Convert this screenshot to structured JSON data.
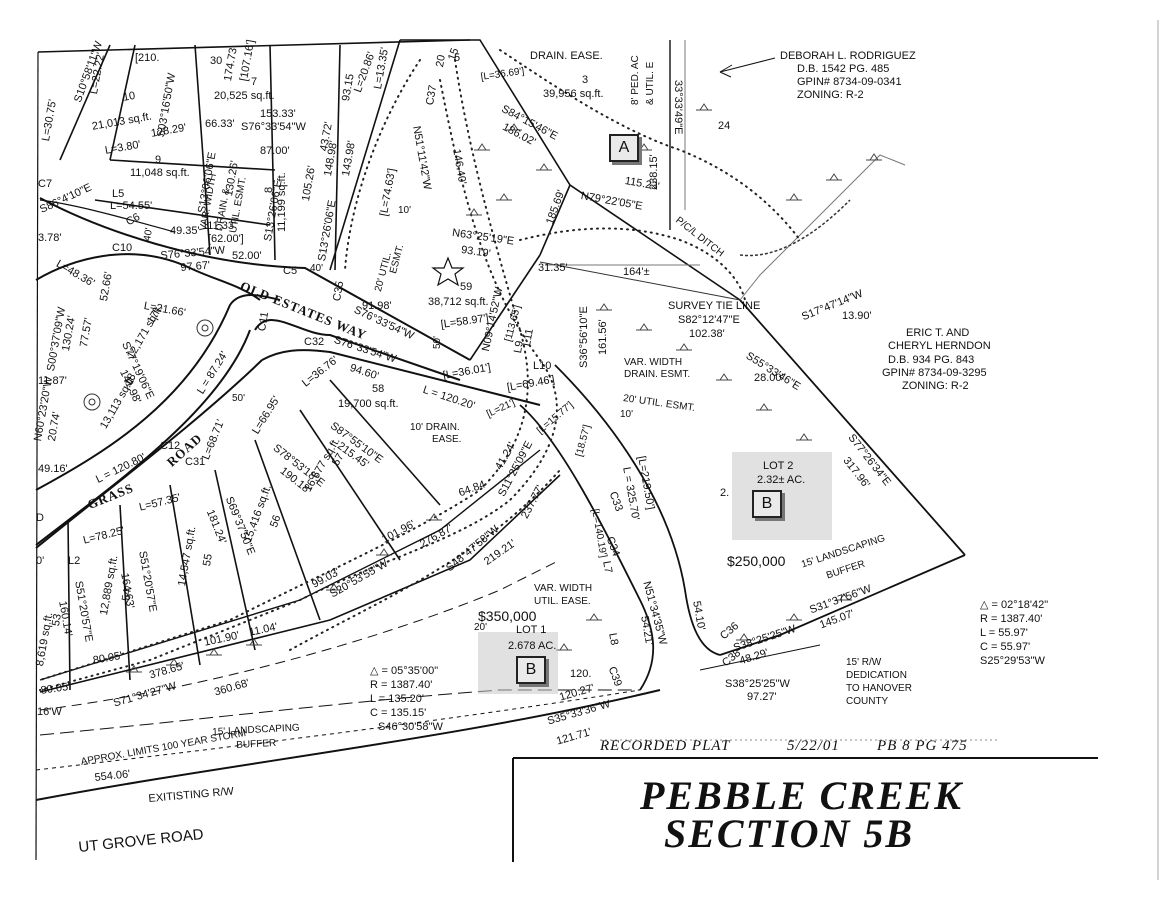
{
  "owners": {
    "rodriguez": {
      "name": "DEBORAH L. RODRIGUEZ",
      "db": "D.B. 1542 PG. 485",
      "gpin": "GPIN# 8734-09-0341",
      "zoning": "ZONING: R-2"
    },
    "herndon": {
      "name1": "ERIC T. AND",
      "name2": "CHERYL HERNDON",
      "db": "D.B. 934 PG. 843",
      "gpin": "GPIN# 8734-09-3295",
      "zoning": "ZONING: R-2"
    }
  },
  "roads": {
    "old_estates": "OLD ESTATES WAY",
    "grass_1": "GRASS",
    "grass_2": "ROAD",
    "grove": "UT GROVE ROAD",
    "rw": "EXITISTING R/W"
  },
  "lots": {
    "lot1_name": "LOT 1",
    "lot1_area": "2.678 AC.",
    "lot1_price": "$350,000",
    "lot2_name": "LOT 2",
    "lot2_area": "2.32± AC.",
    "lot2_price": "$250,000",
    "lot2_small": "2.",
    "box_a": "A",
    "box_b": "B"
  },
  "parcels": {
    "p3": "3",
    "p3_area": "39,956 sq.ft.",
    "p7": "7",
    "p7_area": "20,525 sq.ft.",
    "p10": "10",
    "p10_area": "21,013 sq.ft.",
    "p9": "9",
    "p9_area": "11,048 sq.ft.",
    "p8": "8",
    "p8_area": "11,199 sq.ft.",
    "p59": "59",
    "p59_area": "38,712 sq.ft.",
    "p58": "58",
    "p58_area": "19,700 sq.ft.",
    "p57": "57",
    "p57_area": "16,677 sq.ft.",
    "p56": "56",
    "p56_area": "15,416 sq.ft.",
    "p55": "55",
    "p55_area": "14,547 sq.ft.",
    "p54": "54",
    "p54_area": "12,889 sq.ft.",
    "p53": "53",
    "p53_area": "8,619 sq.ft.",
    "p17": "17",
    "p17_area": "12,171 sq.ft.",
    "p18": "18",
    "p18_area": "13,113 sq.ft.",
    "p24": "24"
  },
  "notes": {
    "drain_ease": "DRAIN. EASE.",
    "ped_ease": "8' PED. AC",
    "util_e": "& UTIL. E",
    "var_width_drain": "VAR. WIDTH",
    "drain_esmt": "DRAIN. &",
    "util_esmt": "UTIL. ESMT.",
    "util20": "20' UTIL.",
    "esmt": "ESMT.",
    "ten": "10'",
    "survey_tie": "SURVEY TIE LINE",
    "survey_bearing": "S82°12'47\"E",
    "survey_dist": "102.38'",
    "pcl_ditch": "P/C/L DITCH",
    "var_width2": "VAR. WIDTH",
    "drain_esmt2": "DRAIN. ESMT.",
    "util20b": "20' UTIL. ESMT.",
    "ten_b": "10'",
    "ten_drain": "10' DRAIN.",
    "ease": "EASE.",
    "var_width_ease_1": "VAR. WIDTH",
    "var_width_ease_2": "UTIL. EASE.",
    "twenty": "20'",
    "landscape1": "15' LANDSCAPING",
    "buffer1": "BUFFER",
    "landscape2": "15' LANDSCAPING",
    "buffer2": "BUFFER",
    "approx_limits": "APPROX. LIMITS 100 YEAR STORM",
    "rw_dedication_1": "15' R/W",
    "rw_dedication_2": "DEDICATION",
    "rw_dedication_3": "TO HANOVER",
    "rw_dedication_4": "COUNTY",
    "fifty": "50'",
    "fifty_b": "50'",
    "forty": "40'",
    "forty_b": "40'"
  },
  "curve_left": {
    "delta": "△ = 05°35'00\"",
    "r": "R = 1387.40'",
    "l": "L = 135.20'",
    "c": "C = 135.15'",
    "bearing": "S46°30'58\"W"
  },
  "curve_right": {
    "delta": "△ = 02°18'42\"",
    "r": "R = 1387.40'",
    "l": "L = 55.97'",
    "c": "C = 55.97'",
    "bearing": "S25°29'53\"W"
  },
  "dims": {
    "d1": "S84°15'46\"E",
    "d2": "186.02'",
    "d3": "[L=36.69']",
    "d4": "N79°22'05\"E",
    "d5": "115.23'",
    "d6": "185.69'",
    "d7": "238.15'",
    "d8": "33°33'49\"E",
    "d9": "N63°25'19\"E",
    "d10": "93.19'",
    "d11": "31.35'",
    "d12": "164'±",
    "d13": "161.56'",
    "d14": "S36°56'10\"E",
    "d15": "S17°47'14\"W",
    "d16": "13.90'",
    "d17": "S55°33'46\"E",
    "d18": "28.00'",
    "d19": "S77°26'34\"E",
    "d20": "317.96'",
    "d21": "S76°33'54\"W",
    "d22": "91.98'",
    "d23": "[L=58.97']",
    "d24": "S76°33'54\"W",
    "d25": "94.60'",
    "d26": "[L=36.01']",
    "d27": "L = 120.20'",
    "d28": "[L=69.46']",
    "d29": "S87°55'10\"E",
    "d30": "215.45'",
    "d31": "L=36.76'",
    "d32": "[L=21']",
    "d33": "[L=15.77']",
    "d34": "[18.57']",
    "d35": "[L=219.50']",
    "d36": "L = 325.70'",
    "d37": "S78°53'18\"E",
    "d38": "190.18'",
    "d39": "64.84",
    "d40": "41.24'",
    "d41": "L=66.95'",
    "d42": "L=68.71'",
    "d43": "S69°37'50\"E",
    "d44": "181.24'",
    "d45": "S11°25'09\"E",
    "d46": "237.77'",
    "d47": "[L=140.19']",
    "d48": "276.87'",
    "d49": "101.96'",
    "d50": "99.03'",
    "d51": "S20°53'55\"W",
    "d52": "S48°47'58\"W",
    "d53": "219.21'",
    "d54": "N51°34'35\"W",
    "d55": "54.21'",
    "d56": "54.10'",
    "d57": "S38°25'25\"W",
    "d58": "48.29'",
    "d59": "S31°37'56\"W",
    "d60": "145.07'",
    "d61": "S38°25'25\"W",
    "d62": "97.27'",
    "d63": "120.",
    "d64": "120.27'",
    "d65": "S35°33'36\"W",
    "d66": "121.71'",
    "d67": "101.90'",
    "d68": "11.04'",
    "d69": "80.05'",
    "d70": "378.65'",
    "d71": "360.68'",
    "d72": "S71°34'27\"W",
    "d73": "80.05'",
    "d74": "554.06'",
    "d75": "L=57.35'",
    "d76": "S51°20'57\"E",
    "d77": "164.63'",
    "d78": "L=78.25'",
    "d79": "S51°20'57\"E",
    "d80": "160.14'",
    "d81": "L2",
    "d82": "L=48.36'",
    "d83": "L=21.66'",
    "d84": "52.66'",
    "d85": "130.24'",
    "d86": "S00°37'09\"W",
    "d87": "77.57'",
    "d88": "S77°19'06\"E",
    "d89": "141.98'",
    "d90": "L = 87.24'",
    "d91": "L = 120.80'",
    "d92": "49.16'",
    "d93": "11.87'",
    "d94": "N60°23'20\"W",
    "d95": "20.74'",
    "d96": "3.78'",
    "d97": "S86°4'10\"E",
    "d98": "L=30.75'",
    "d99": "S10°58'11\"W",
    "d100": "[210.",
    "d101": "L=22.22'",
    "d102": "S03°16'50\"W",
    "d103": "174.73",
    "d104": "[107.16']",
    "d105": "30",
    "d106": "153.33'",
    "d107": "S76°33'54\"W",
    "d108": "66.33'",
    "d109": "87.00'",
    "d110": "L=3.80'",
    "d111": "128.29'",
    "d112": "S13°06'06\"E",
    "d113": "130.26'",
    "d114": "L5",
    "d115": "L=54.55'",
    "d116": "49.35'",
    "d117": "[62.00']",
    "d118": "111.33'",
    "d119": "S76°33'54\"W",
    "d120": "97.67'",
    "d121": "52.00'",
    "d122": "S13°26'06\"E",
    "d123": "105.26'",
    "d124": "148.98'",
    "d125": "S13°26'06\"E",
    "d126": "143.98'",
    "d127": "43.72'",
    "d128": "93.15",
    "d129": "L=20.86'",
    "d130": "L=13.35'",
    "d131": "[L=74.63']",
    "d132": "N51°11'42\"W",
    "d133": "146.40'",
    "d134": "N09°14'52\"W",
    "d135": "[113.65']",
    "d136": "C5",
    "d137": "C6",
    "d138": "C7",
    "d139": "C10",
    "d140": "C11",
    "d141": "C12",
    "d142": "C31",
    "d143": "C32",
    "d144": "C33",
    "d145": "C34",
    "d146": "C35",
    "d147": "C36",
    "d148": "C37",
    "d149": "C38",
    "d150": "C39",
    "d151": "L7",
    "d152": "L8",
    "d153": "L9",
    "d154": "L10",
    "d155": "L11",
    "d156": "20",
    "d157": "15",
    "d158": "16'W",
    "d159": "D",
    "d160": "0'",
    "d161": "5"
  },
  "recorded": {
    "label": "RECORDED PLAT",
    "date": "5/22/01",
    "book": "PB 8  PG 475"
  },
  "title": {
    "line1": "PEBBLE CREEK",
    "line2": "SECTION 5B"
  }
}
